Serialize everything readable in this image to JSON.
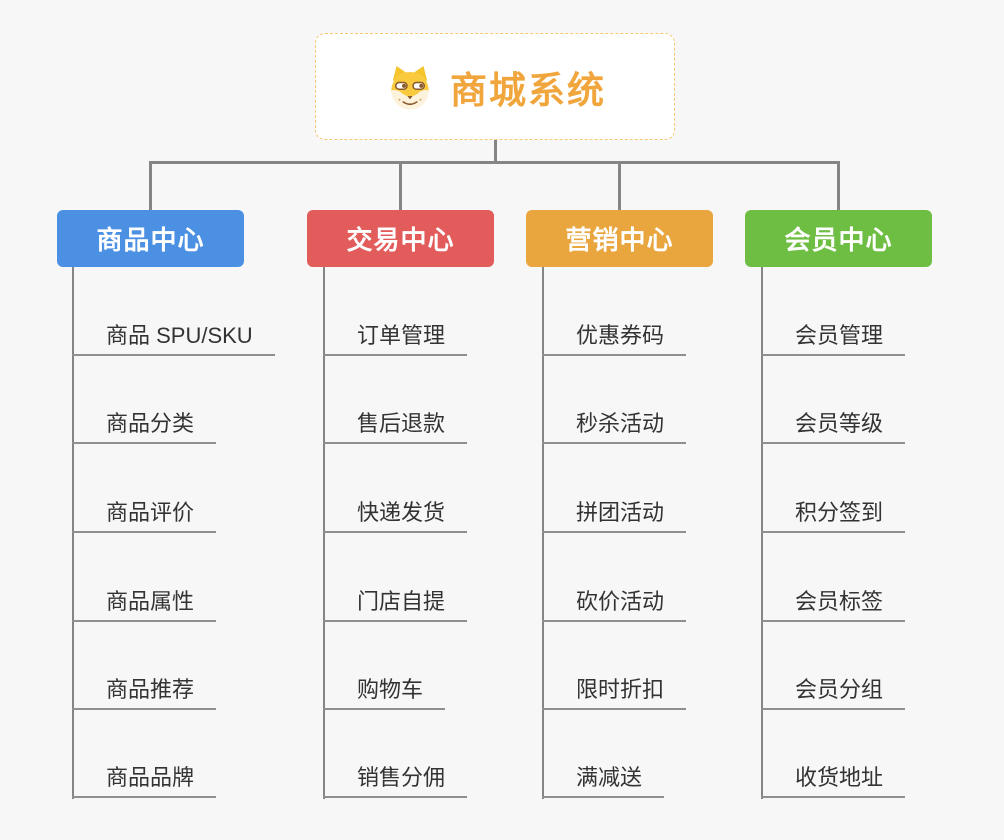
{
  "page": {
    "background": "#f7f7f7",
    "connector_color": "#858585"
  },
  "root": {
    "title": "商城系统",
    "icon": "dog-face-icon",
    "text_color": "#f0a63c",
    "border_color": "#f7c873"
  },
  "branches": [
    {
      "label": "商品中心",
      "color": "#4b90e2",
      "items": [
        "商品 SPU/SKU",
        "商品分类",
        "商品评价",
        "商品属性",
        "商品推荐",
        "商品品牌"
      ]
    },
    {
      "label": "交易中心",
      "color": "#e25c5c",
      "items": [
        "订单管理",
        "售后退款",
        "快递发货",
        "门店自提",
        "购物车",
        "销售分佣"
      ]
    },
    {
      "label": "营销中心",
      "color": "#eaa63e",
      "items": [
        "优惠券码",
        "秒杀活动",
        "拼团活动",
        "砍价活动",
        "限时折扣",
        "满减送"
      ]
    },
    {
      "label": "会员中心",
      "color": "#6ebe44",
      "items": [
        "会员管理",
        "会员等级",
        "积分签到",
        "会员标签",
        "会员分组",
        "收货地址"
      ]
    }
  ]
}
